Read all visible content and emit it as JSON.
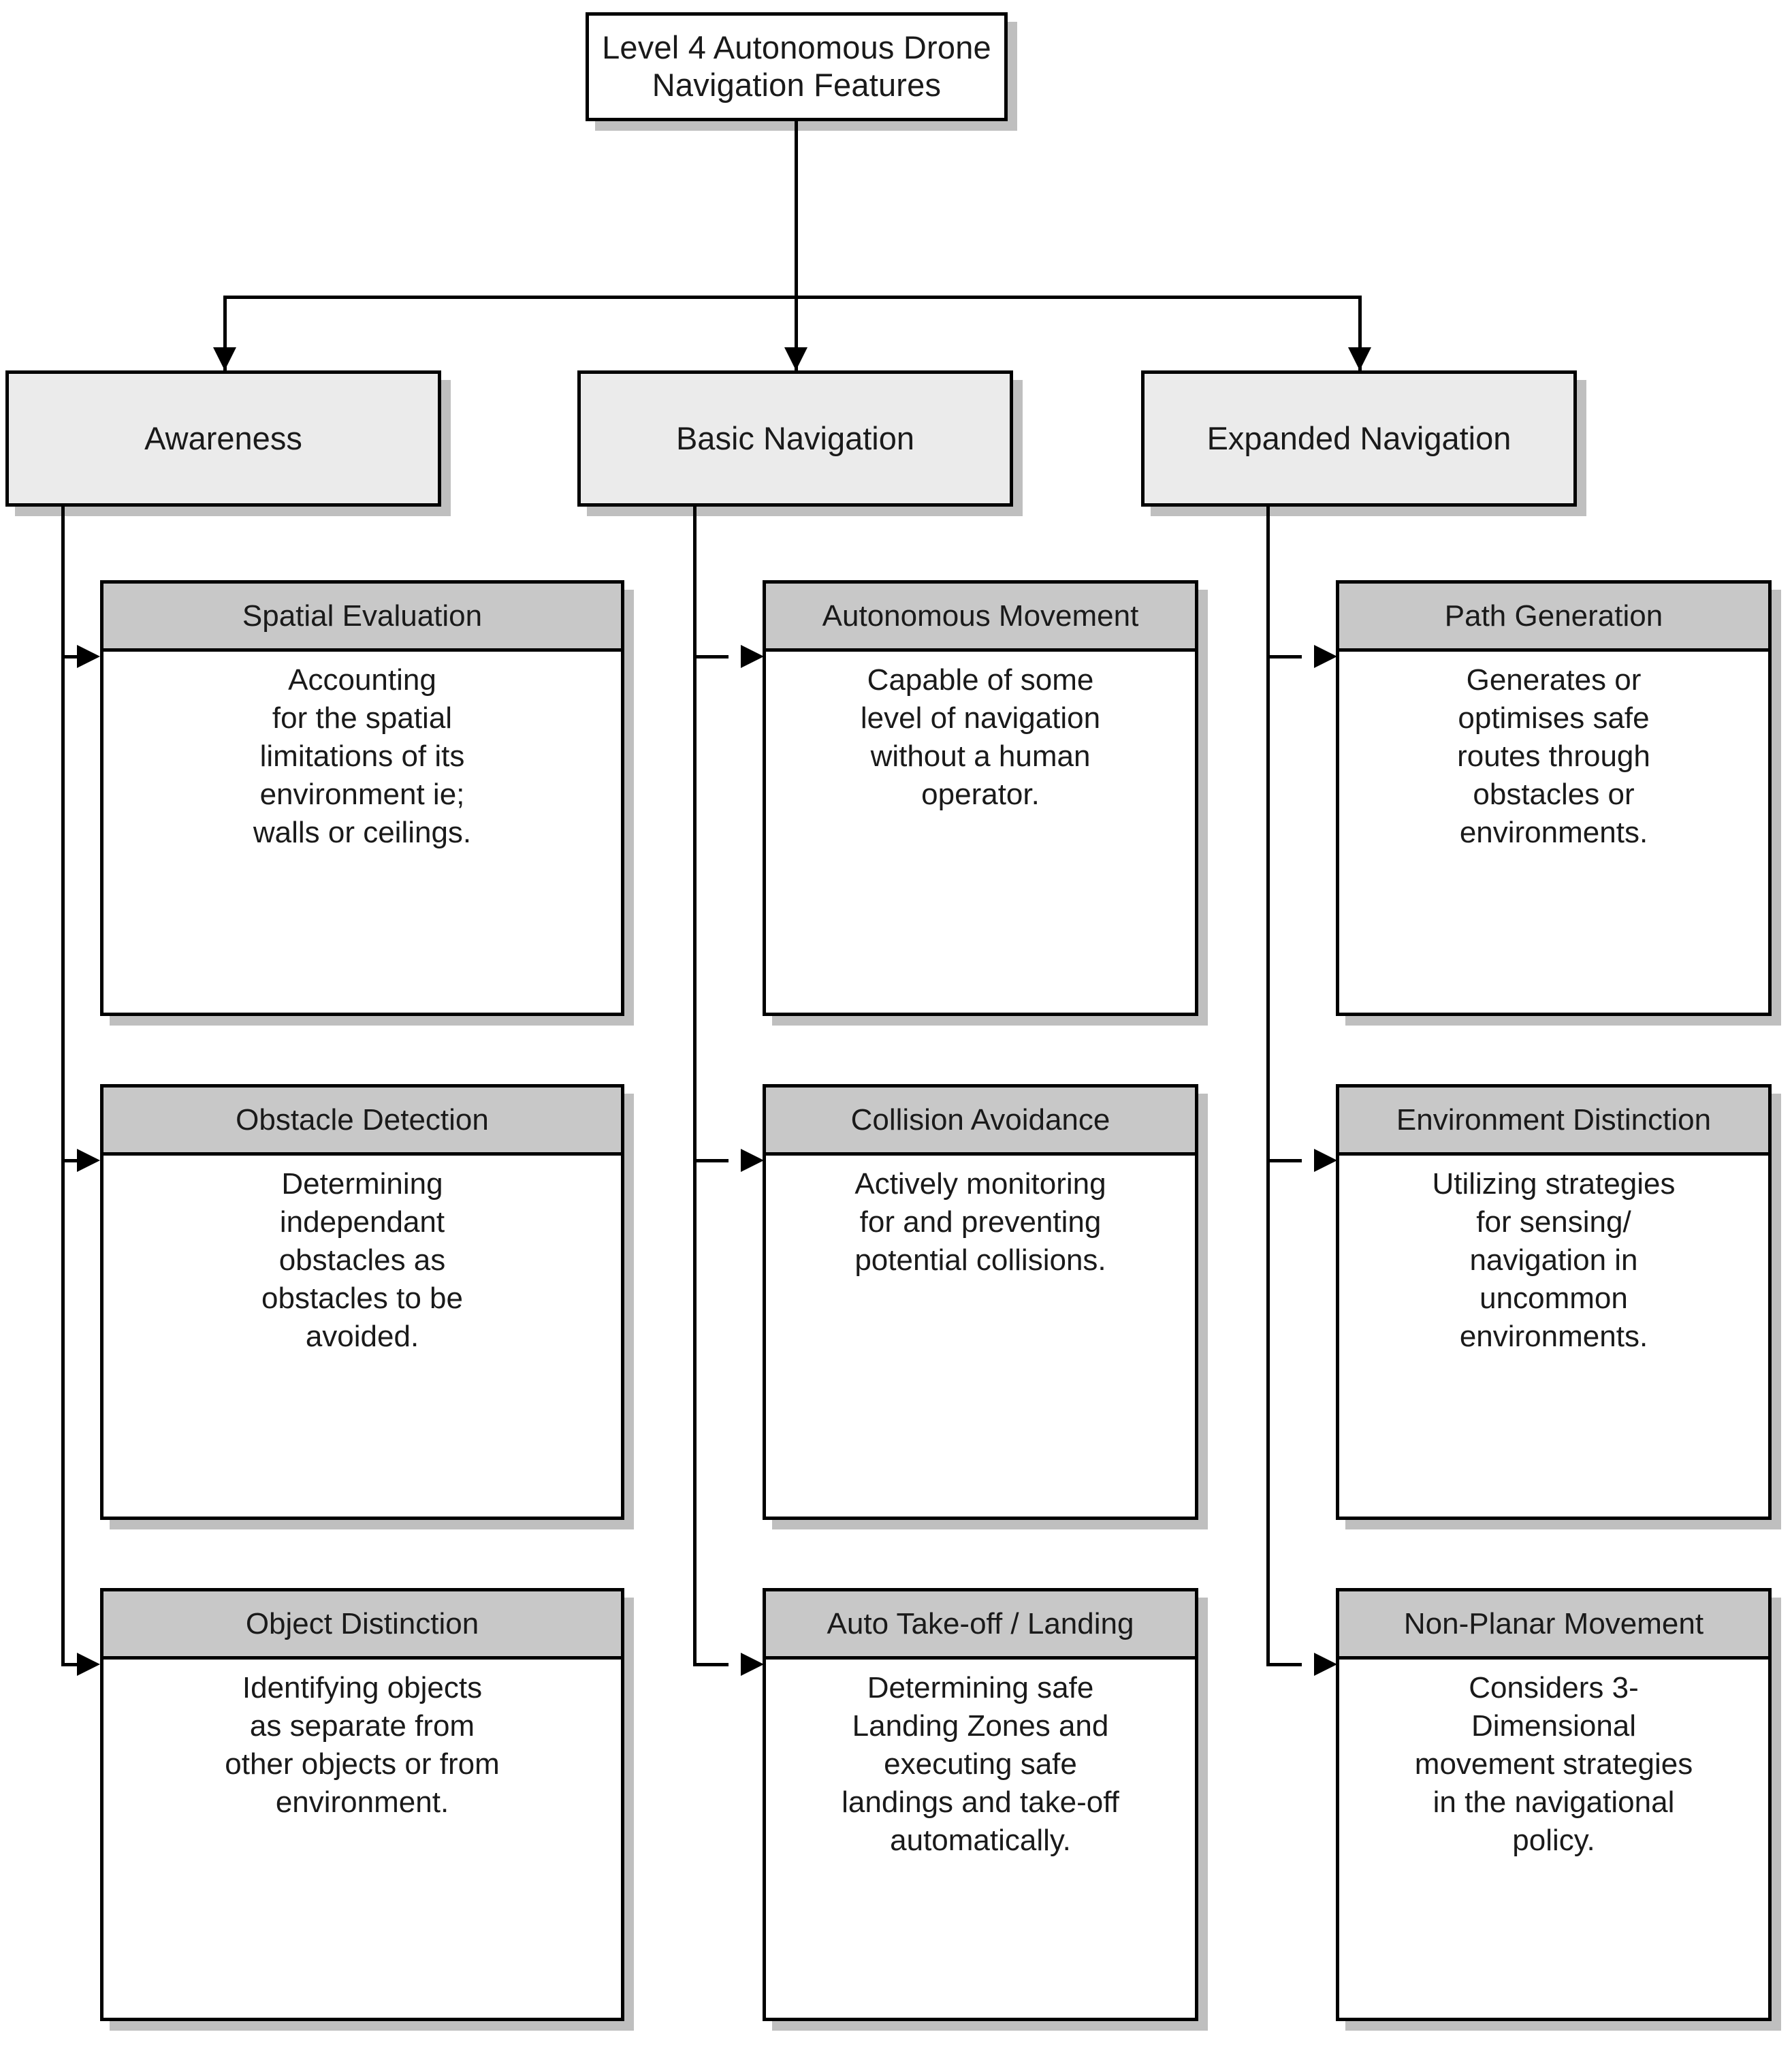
{
  "diagram": {
    "title": "Level 4 Autonomous Drone Navigation Features",
    "root": {
      "label": "Level 4 Autonomous Drone Navigation Features"
    },
    "colors": {
      "root_fill": "#ffffff",
      "category_fill": "#ebebeb",
      "card_header_fill": "#c8c8c8",
      "card_body_fill": "#ffffff",
      "border": "#000000",
      "shadow": "#bfbfbf",
      "text": "#1a1a1a"
    },
    "categories": [
      {
        "label": "Awareness",
        "features": [
          {
            "title": "Spatial Evaluation",
            "description": "Accounting\nfor the spatial\nlimitations of its\nenvironment ie;\nwalls or ceilings."
          },
          {
            "title": "Obstacle Detection",
            "description": "Determining\nindependant\nobstacles as\nobstacles to be\navoided."
          },
          {
            "title": "Object Distinction",
            "description": "Identifying objects\nas separate from\nother objects or from\nenvironment."
          }
        ]
      },
      {
        "label": "Basic Navigation",
        "features": [
          {
            "title": "Autonomous Movement",
            "description": "Capable of some\nlevel of navigation\nwithout a human\noperator."
          },
          {
            "title": "Collision Avoidance",
            "description": "Actively monitoring\nfor and preventing\npotential collisions."
          },
          {
            "title": "Auto Take-off / Landing",
            "description": "Determining safe\nLanding Zones and\nexecuting safe\nlandings and take-off\nautomatically."
          }
        ]
      },
      {
        "label": "Expanded Navigation",
        "features": [
          {
            "title": "Path Generation",
            "description": "Generates or\noptimises safe\nroutes through\nobstacles or\nenvironments."
          },
          {
            "title": "Environment Distinction",
            "description": "Utilizing strategies\nfor sensing/\nnavigation in\nuncommon\nenvironments."
          },
          {
            "title": "Non-Planar Movement",
            "description": "Considers 3-\nDimensional\nmovement strategies\nin the navigational\npolicy."
          }
        ]
      }
    ]
  }
}
